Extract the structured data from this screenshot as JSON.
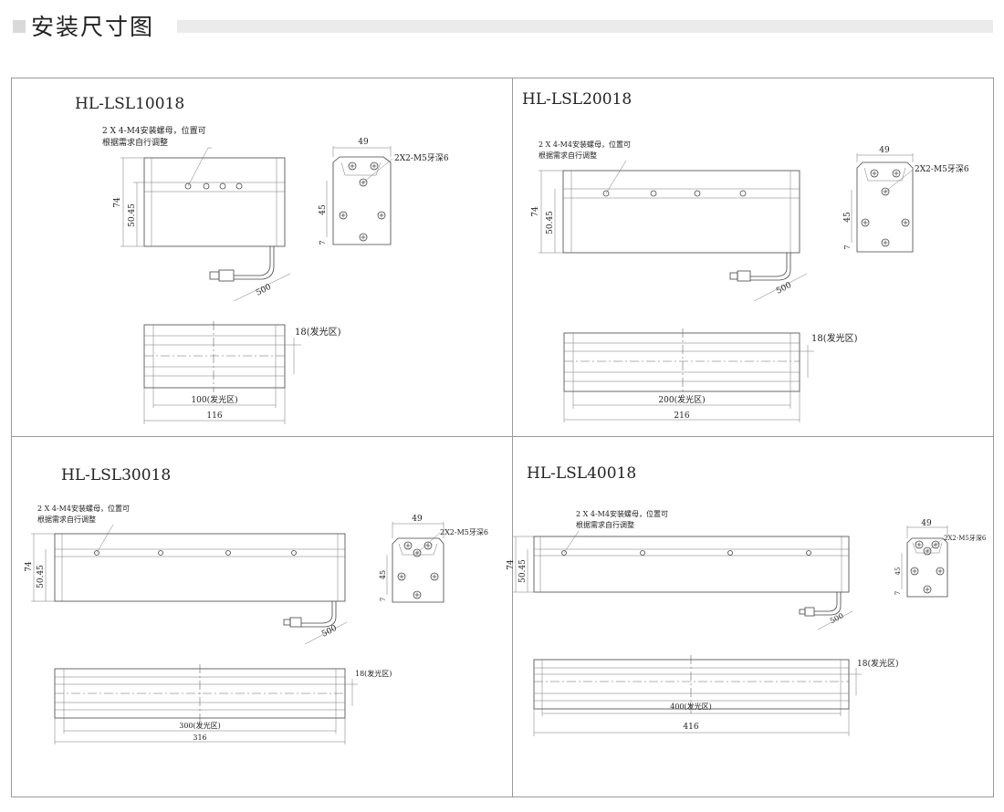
{
  "header": {
    "title": "安装尺寸图"
  },
  "models": [
    {
      "name": "HL-LSL10018",
      "note_line1": "2 X 4-M4安装螺母，位置可",
      "note_line2": "根据需求自行调整",
      "dim_height": "74",
      "dim_mid": "50.45",
      "dim_cable": "500",
      "side_width": "49",
      "side_thread": "2X2-M5牙深6",
      "side_45": "45",
      "side_7": "7",
      "emit_height": "18(发光区)",
      "emit_length": "100(发光区)",
      "total_length": "116"
    },
    {
      "name": "HL-LSL20018",
      "note_line1": "2 X 4-M4安装螺母，位置可",
      "note_line2": "根据需求自行调整",
      "dim_height": "74",
      "dim_mid": "50.45",
      "dim_cable": "500",
      "side_width": "49",
      "side_thread": "2X2-M5牙深6",
      "side_45": "45",
      "side_7": "7",
      "emit_height": "18(发光区)",
      "emit_length": "200(发光区)",
      "total_length": "216"
    },
    {
      "name": "HL-LSL30018",
      "note_line1": "2 X 4-M4安装螺母，位置可",
      "note_line2": "根据需求自行调整",
      "dim_height": "74",
      "dim_mid": "50.45",
      "dim_cable": "500",
      "side_width": "49",
      "side_thread": "2X2-M5牙深6",
      "side_45": "45",
      "side_7": "7",
      "emit_height": "18(发光区)",
      "emit_length": "300(发光区)",
      "total_length": "316"
    },
    {
      "name": "HL-LSL40018",
      "note_line1": "2 X 4-M4安装螺母，位置可",
      "note_line2": "根据需求自行调整",
      "dim_height": "74",
      "dim_mid": "50.45",
      "dim_cable": "500",
      "side_width": "49",
      "side_thread": "2X2-M5牙深6",
      "side_45": "45",
      "side_7": "7",
      "emit_height": "18(发光区)",
      "emit_length": "400(发光区)",
      "total_length": "416"
    }
  ]
}
